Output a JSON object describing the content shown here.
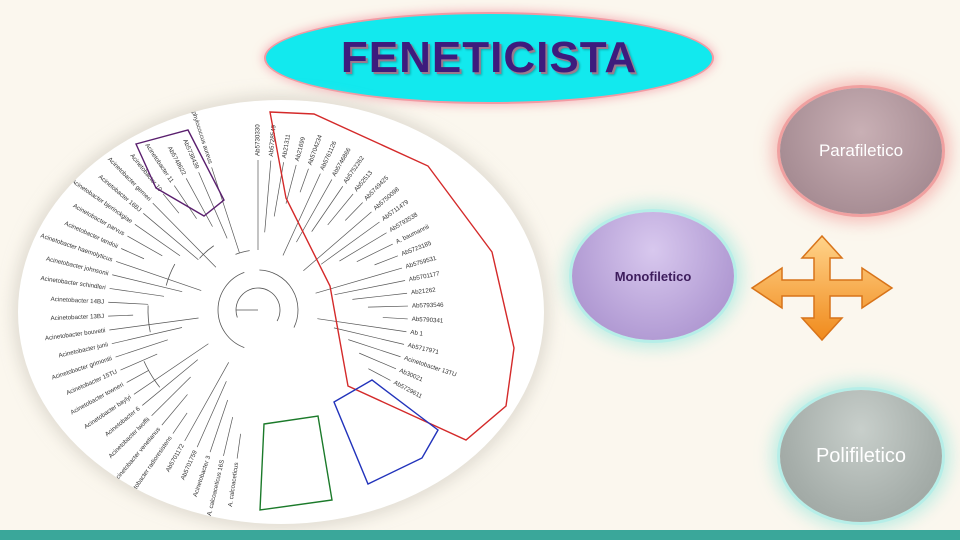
{
  "title": "FENETICISTA",
  "bubbles": {
    "parafiletico": "Parafiletico",
    "monofiletico": "Monofiletico",
    "polifiletico": "Polifiletico"
  },
  "tree": {
    "left_leaves": [
      "Staphylococcus aureus",
      "Ab5738439",
      "Ab5748622",
      "Acinetobacter 11",
      "Acinetobacter 10",
      "Acinetobacter gerneri",
      "Acinetobacter 16BJ",
      "Acinetobacter bjerinckgiae",
      "Acinetobacter parvus",
      "Acinetobacter tandoii",
      "Acinetobacter haemolyticus",
      "Acinetobacter johnsonii",
      "Acinetobacter schindleri",
      "Acinetobacter 14BJ",
      "Acinetobacter 13BJ",
      "Acinetobacter bouvetii",
      "Acinetobacter junii",
      "Acinetobacter grimontii",
      "Acinetobacter 15TU",
      "Acinetobacter towneri",
      "Acinetobacter baylyi",
      "Acinetobacter 6",
      "Acinetobacter lwoffii",
      "Acinetobacter venetianus",
      "Acinetobacter radioresistens",
      "Ab5701172",
      "Ab5701759",
      "Acinetobacter 3",
      "A. calcoaceticus 16S",
      "A. calcoaceticus"
    ],
    "right_leaves": [
      "Ab5730330",
      "Ab5728549",
      "Ab21311",
      "Ab21699",
      "Ab5704234",
      "Ab5761126",
      "Ab5746866",
      "Ab5752262",
      "Ab52513",
      "Ab5749425",
      "Ab5750098",
      "Ab5711479",
      "Ab5793538",
      "A. baumannii",
      "Ab5723185",
      "Ab5759531",
      "Ab5701177",
      "Ab21262",
      "Ab5793546",
      "Ab5790341",
      "Ab 1",
      "Ab5717971",
      "Acinetobacter 13TU",
      "Ab30021",
      "Ab5729611"
    ]
  },
  "colors": {
    "title_bg": "#12e9ee",
    "title_text": "#3d1c7d",
    "clade_red": "#d42a2a",
    "clade_purple": "#5a1f6e",
    "clade_blue": "#2233bb",
    "clade_green": "#1b7a2a",
    "arrow": "#f7a43a",
    "bottom_bar": "#3aa79a"
  }
}
